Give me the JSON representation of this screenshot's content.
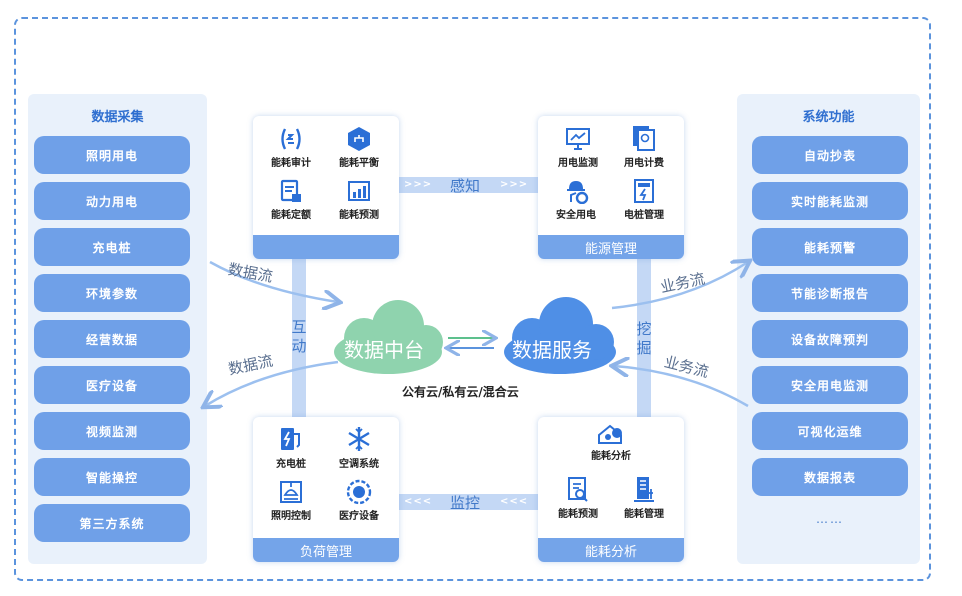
{
  "left_panel": {
    "title": "数据采集",
    "items": [
      "照明用电",
      "动力用电",
      "充电桩",
      "环境参数",
      "经营数据",
      "医疗设备",
      "视频监测",
      "智能操控",
      "第三方系统"
    ]
  },
  "right_panel": {
    "title": "系统功能",
    "items": [
      "自动抄表",
      "实时能耗监测",
      "能耗预警",
      "节能诊断报告",
      "设备故障预判",
      "安全用电监测",
      "可视化运维",
      "数据报表"
    ],
    "more": "……"
  },
  "cards": {
    "top_left": {
      "footer": "",
      "items": [
        "能耗审计",
        "能耗平衡",
        "能耗定额",
        "能耗预测"
      ]
    },
    "top_right": {
      "footer": "能源管理",
      "items": [
        "用电监测",
        "用电计费",
        "安全用电",
        "电桩管理"
      ]
    },
    "bottom_left": {
      "footer": "负荷管理",
      "items": [
        "充电桩",
        "空调系统",
        "照明控制",
        "医疗设备"
      ]
    },
    "bottom_right": {
      "footer": "能耗分析",
      "items": [
        "能耗分析",
        "能耗预测",
        "能耗管理"
      ]
    }
  },
  "connectors": {
    "top": "感知",
    "bottom": "监控",
    "left_vertical": "互动",
    "right_vertical": "挖掘",
    "left_upper_flow": "数据流",
    "left_lower_flow": "数据流",
    "right_upper_flow": "业务流",
    "right_lower_flow": "业务流"
  },
  "center": {
    "cloud_left": "数据中台",
    "cloud_right": "数据服务",
    "note": "公有云/私有云/混合云"
  },
  "colors": {
    "accent": "#5b93dd",
    "pill": "#6fa0e8",
    "card_footer": "#74a4e9",
    "cloud_green": "#8fd3ae",
    "cloud_blue": "#4f8fe6"
  },
  "icons": {
    "top_left": [
      "audit-icon",
      "balance-icon",
      "quota-icon",
      "forecast-icon"
    ],
    "top_right": [
      "monitor-icon",
      "billing-icon",
      "worker-icon",
      "pile-manage-icon"
    ],
    "bottom_left": [
      "charger-icon",
      "snowflake-icon",
      "lamp-icon",
      "medical-icon"
    ],
    "bottom_right": [
      "analysis-icon",
      "report-icon",
      "manage-icon"
    ]
  }
}
